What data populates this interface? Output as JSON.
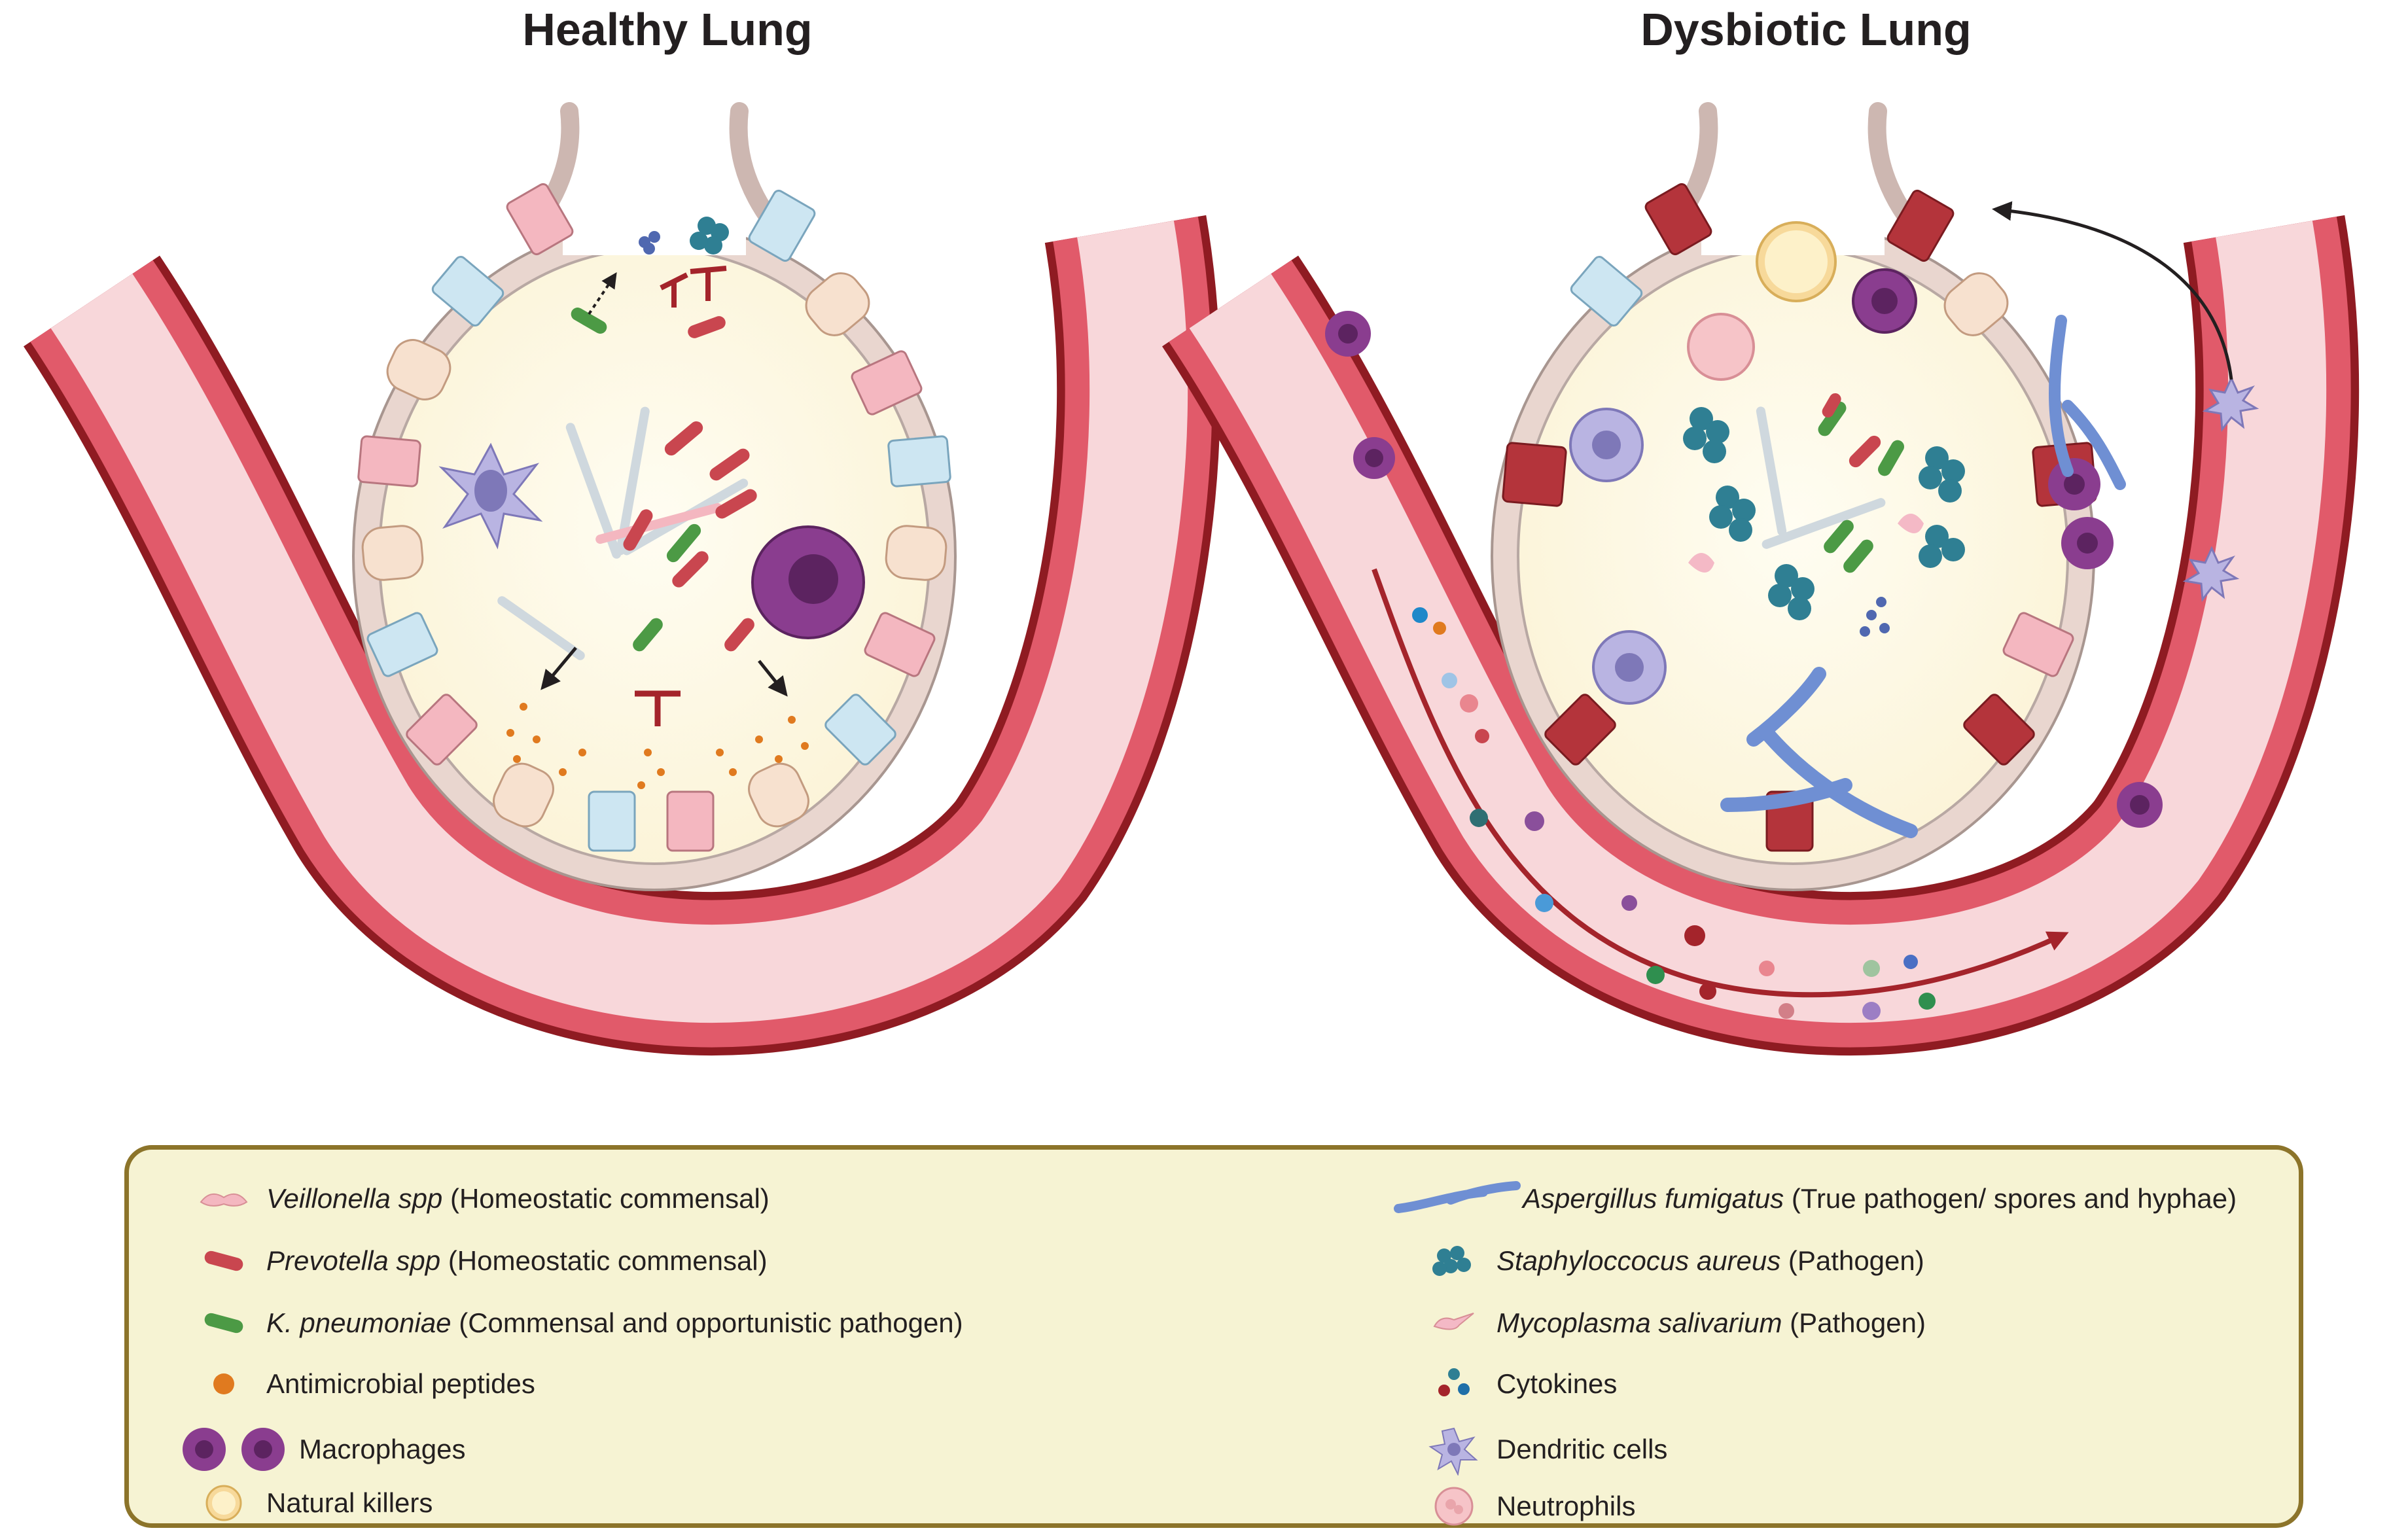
{
  "titles": {
    "left": "Healthy Lung",
    "right": "Dysbiotic Lung"
  },
  "legend": {
    "left_items": [
      {
        "italic": "Veillonella spp",
        "rest": " (Homeostatic commensal)",
        "icon": "veillonella-icon",
        "color": "#f4b7c0"
      },
      {
        "italic": "Prevotella spp",
        "rest": " (Homeostatic commensal)",
        "icon": "prevotella-icon",
        "color": "#c9464f"
      },
      {
        "italic": "K. pneumoniae",
        "rest": " (Commensal and opportunistic pathogen)",
        "icon": "k-pneumoniae-icon",
        "color": "#4c9a45"
      },
      {
        "italic": "",
        "rest": "Antimicrobial peptides",
        "icon": "antimicrobial-peptide-icon",
        "color": "#e07a1f"
      },
      {
        "italic": "",
        "rest": "Macrophages",
        "icon": "macrophage-icon",
        "color": "#8a3d8f"
      },
      {
        "italic": "",
        "rest": "Natural killers",
        "icon": "natural-killer-icon",
        "color": "#f7d99a"
      }
    ],
    "right_items": [
      {
        "italic": "Aspergillus fumigatus",
        "rest": " (True pathogen/ spores and hyphae)",
        "icon": "aspergillus-icon",
        "color": "#6f8fd3"
      },
      {
        "italic": "Staphyloccocus aureus",
        "rest": " (Pathogen)",
        "icon": "staphylococcus-icon",
        "color": "#2f7f93"
      },
      {
        "italic": "Mycoplasma salivarium",
        "rest": " (Pathogen)",
        "icon": "mycoplasma-icon",
        "color": "#f4b9c6"
      },
      {
        "italic": "",
        "rest": "Cytokines",
        "icon": "cytokine-icon",
        "color": "#a4242b"
      },
      {
        "italic": "",
        "rest": "Dendritic cells",
        "icon": "dendritic-cell-icon",
        "color": "#a9a6dc"
      },
      {
        "italic": "",
        "rest": "Neutrophils",
        "icon": "neutrophil-icon",
        "color": "#f6c4c8"
      }
    ]
  },
  "colors": {
    "vessel_dark": "#8f1b22",
    "vessel_mid": "#e15a6a",
    "vessel_light": "#f8d7da",
    "alveolus_fill": "#fdf8e4",
    "legend_bg": "#f6f3d3",
    "legend_border": "#8c742a"
  }
}
